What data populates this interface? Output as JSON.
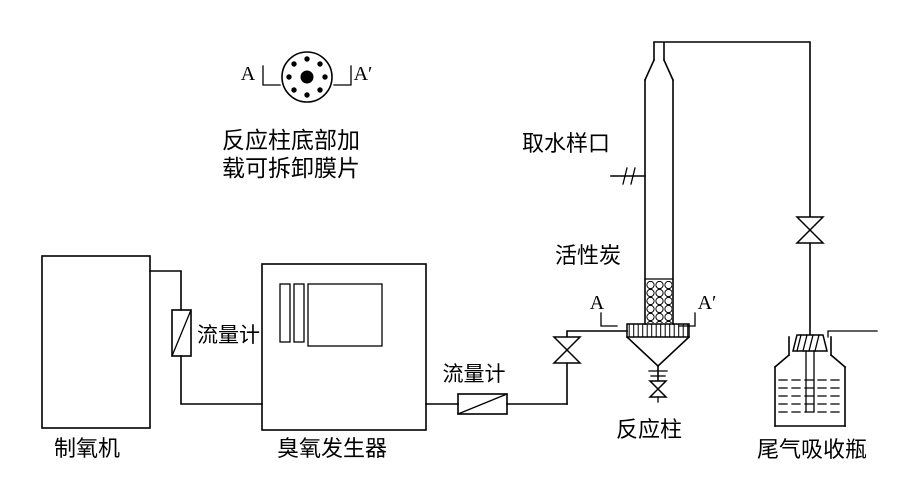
{
  "colors": {
    "ink": "#000000",
    "background": "#ffffff"
  },
  "section_view": {
    "marker_left": "A",
    "marker_right": "A′",
    "caption_line1": "反应柱底部加",
    "caption_line2": "载可拆卸膜片"
  },
  "components": {
    "oxygen_generator": {
      "label": "制氧机"
    },
    "flow_meter_1": {
      "label": "流量计"
    },
    "ozone_generator": {
      "label": "臭氧发生器"
    },
    "flow_meter_2": {
      "label": "流量计"
    },
    "water_sampling_port": {
      "label": "取水样口"
    },
    "activated_carbon": {
      "label": "活性炭"
    },
    "membrane_flange": {
      "marker_left": "A",
      "marker_right": "A′"
    },
    "reaction_column": {
      "label": "反应柱"
    },
    "tail_gas_bottle": {
      "label": "尾气吸收瓶"
    }
  }
}
